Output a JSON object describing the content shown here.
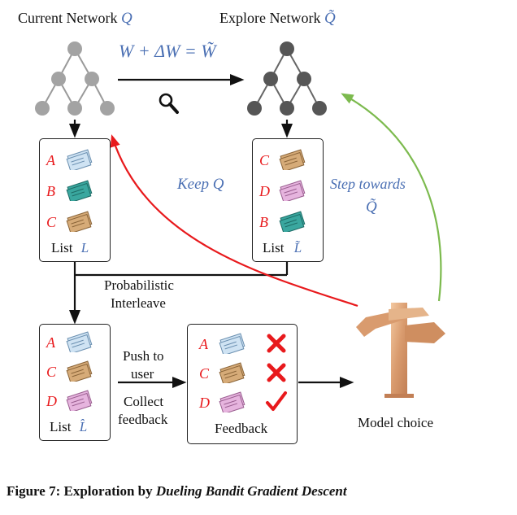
{
  "networks": {
    "current_label": "Current Network",
    "current_symbol": "Q",
    "explore_label": "Explore Network",
    "explore_symbol": "Q̃",
    "update_equation": "W + ΔW = W̃"
  },
  "lists": {
    "current": {
      "items": [
        "A",
        "B",
        "C"
      ],
      "label": "List",
      "symbol": "L"
    },
    "explore": {
      "items": [
        "C",
        "D",
        "B"
      ],
      "label": "List",
      "symbol": "L̃"
    },
    "interleaved": {
      "items": [
        "A",
        "C",
        "D"
      ],
      "label": "List",
      "symbol": "L̂"
    }
  },
  "feedback": {
    "items": [
      "A",
      "C",
      "D"
    ],
    "marks": [
      "cross",
      "cross",
      "check"
    ],
    "label": "Feedback"
  },
  "annotations": {
    "keep": "Keep Q",
    "step_line1": "Step towards",
    "step_line2": "Q̃",
    "interleave_line1": "Probabilistic",
    "interleave_line2": "Interleave",
    "push_line1": "Push to",
    "push_line2": "user",
    "collect_line1": "Collect",
    "collect_line2": "feedback",
    "model_choice": "Model choice"
  },
  "caption": {
    "prefix": "Figure 7: Exploration by ",
    "italic": "Dueling Bandit Gradient Descent"
  },
  "colors": {
    "card_light_blue": "#cfe3f3",
    "card_teal": "#3aa79f",
    "card_tan": "#d6ab78",
    "card_pink": "#e6b4de",
    "keep_arrow": "#e8191c",
    "step_arrow": "#7cba4e",
    "label_blue": "#4a6fb3",
    "current_nodes": "#a0a0a0",
    "explore_nodes": "#555555"
  }
}
